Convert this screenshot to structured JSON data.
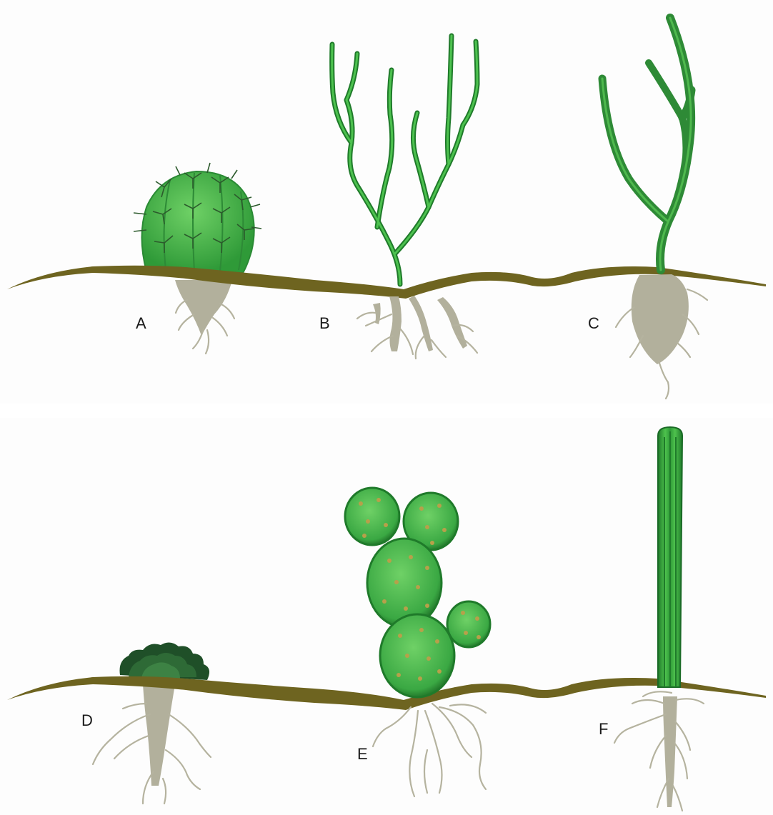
{
  "figure": {
    "labels": {
      "a": "A",
      "b": "B",
      "c": "C",
      "d": "D",
      "e": "E",
      "f": "F"
    },
    "colors": {
      "soil": "#6e6420",
      "root": "#b5b39f",
      "plant_light": "#5cc25a",
      "plant_mid": "#2f9a38",
      "plant_dark": "#1f6a2a",
      "rosette": "#2e5a32"
    },
    "plants": [
      {
        "label_key": "a",
        "shape": "barrel-cactus-icon"
      },
      {
        "label_key": "b",
        "shape": "branching-stem-plant-icon"
      },
      {
        "label_key": "c",
        "shape": "forked-leaf-plant-icon"
      },
      {
        "label_key": "d",
        "shape": "rosette-succulent-icon"
      },
      {
        "label_key": "e",
        "shape": "prickly-pear-cactus-icon"
      },
      {
        "label_key": "f",
        "shape": "columnar-cactus-icon"
      }
    ]
  }
}
